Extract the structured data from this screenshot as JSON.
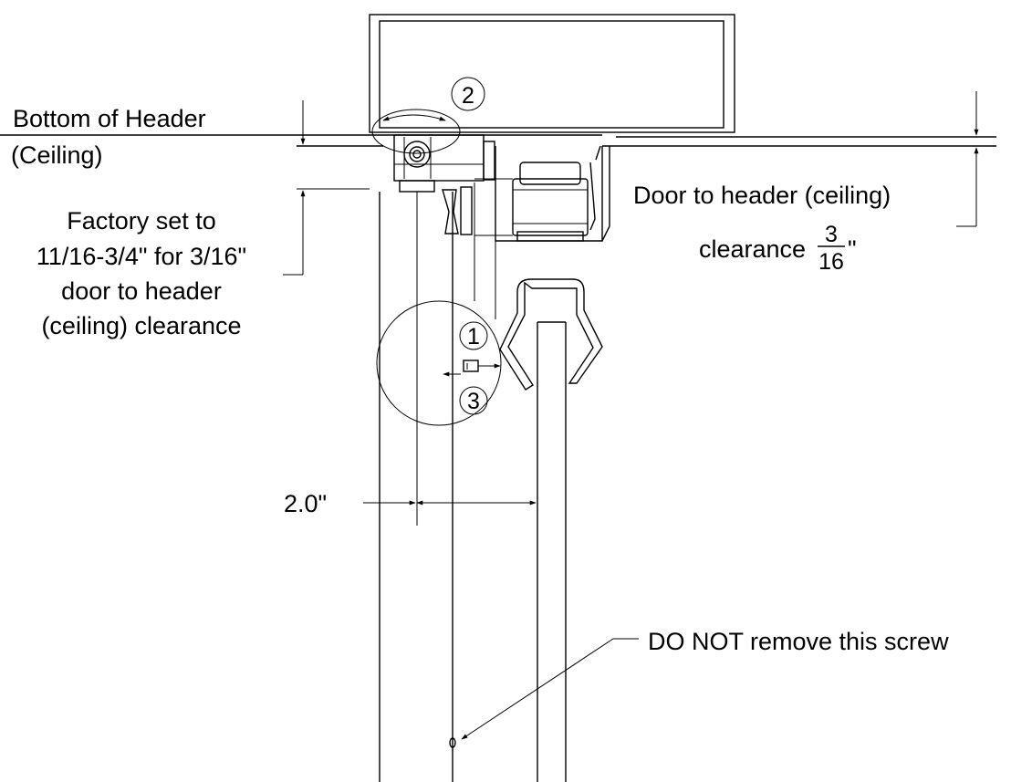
{
  "labels": {
    "bottom_of_header": "Bottom of Header",
    "ceiling": "(Ceiling)",
    "factory_set_lines": [
      "Factory set to",
      "11/16-3/4\" for 3/16\"",
      "door to header",
      "(ceiling) clearance"
    ],
    "door_to_header": "Door to header (ceiling)",
    "clearance_prefix": "clearance",
    "clearance_numerator": "3",
    "clearance_denominator": "16",
    "clearance_unit": "\"",
    "dimension_2in": "2.0\"",
    "do_not_remove": "DO NOT remove this screw"
  },
  "callouts": {
    "one": "1",
    "two": "2",
    "three": "3"
  }
}
